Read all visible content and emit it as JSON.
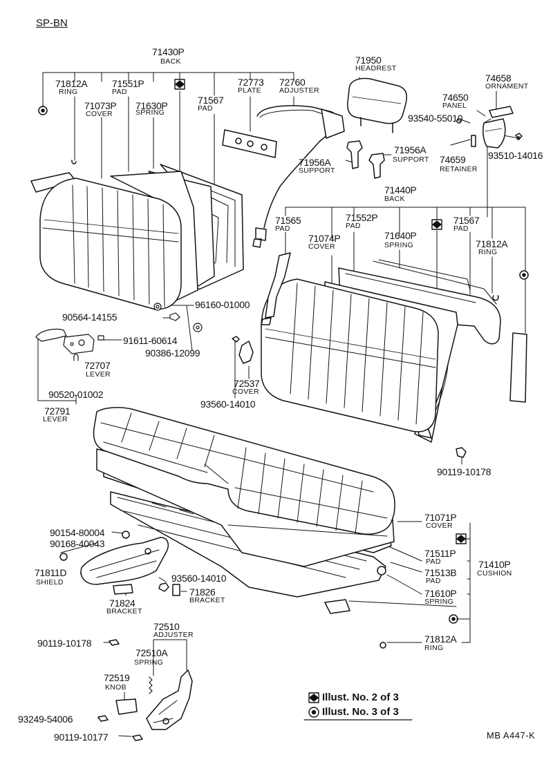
{
  "title": "SP-BN",
  "diagram_code": "MB  A447-K",
  "labels": {
    "p71430P": "71430P",
    "n71430P": "BACK",
    "p71812A_l": "71812A",
    "n71812A_l": "RING",
    "p71551P": "71551P",
    "n71551P": "PAD",
    "p71073P": "71073P",
    "n71073P": "COVER",
    "p71630P": "71630P",
    "n71630P": "SPRING",
    "p71567_l": "71567",
    "n71567_l": "PAD",
    "p72773": "72773",
    "n72773": "PLATE",
    "p72760": "72760",
    "n72760": "ADJUSTER",
    "p71950": "71950",
    "n71950": "HEADREST",
    "p74658": "74658",
    "n74658": "ORNAMENT",
    "p74650": "74650",
    "n74650": "PANEL",
    "p93540": "93540-55010",
    "p71956A_r": "71956A",
    "n71956A_r": "SUPPORT",
    "p71956A_l": "71956A",
    "n71956A_l": "SUPPORT",
    "p74659": "74659",
    "n74659": "RETAINER",
    "p93510": "93510-14016",
    "p71440P": "71440P",
    "n71440P": "BACK",
    "p71565": "71565",
    "n71565": "PAD",
    "p71552P": "71552P",
    "n71552P": "PAD",
    "p71074P": "71074P",
    "n71074P": "COVER",
    "p71640P": "71640P",
    "n71640P": "SPRING",
    "p71567_r": "71567",
    "n71567_r": "PAD",
    "p71812A_r": "71812A",
    "n71812A_r": "RING",
    "p96160": "96160-01000",
    "p90564": "90564-14155",
    "p91611": "91611-60614",
    "p90386": "90386-12099",
    "p72707": "72707",
    "n72707": "LEVER",
    "p90520": "90520-01002",
    "p72791": "72791",
    "n72791": "LEVER",
    "p72537": "72537",
    "n72537": "COVER",
    "p93560_a": "93560-14010",
    "p90119_a": "90119-10178",
    "p71071P": "71071P",
    "n71071P": "COVER",
    "p71511P": "71511P",
    "n71511P": "PAD",
    "p71410P": "71410P",
    "n71410P": "CUSHION",
    "p71513B": "71513B",
    "n71513B": "PAD",
    "p71610P": "71610P",
    "n71610P": "SPRING",
    "p71812A_b": "71812A",
    "n71812A_b": "RING",
    "p90154": "90154-80004",
    "p90168": "90168-40043",
    "p71811D": "71811D",
    "n71811D": "SHIELD",
    "p93560_b": "93560-14010",
    "p71826": "71826",
    "n71826": "BRACKET",
    "p71824": "71824",
    "n71824": "BRACKET",
    "p72510": "72510",
    "n72510": "ADJUSTER",
    "p90119_b": "90119-10178",
    "p72510A": "72510A",
    "n72510A": "SPRING",
    "p72519": "72519",
    "n72519": "KNOB",
    "p93249": "93249-54006",
    "p90119_c": "90119-10177"
  },
  "legend": {
    "item1": "Illust. No. 2 of 3",
    "item2": "Illust. No. 3 of 3"
  },
  "colors": {
    "ink": "#111111",
    "paper": "#ffffff"
  },
  "icons": {
    "diamond": "diamond-marker-icon",
    "circle": "circle-marker-icon"
  }
}
